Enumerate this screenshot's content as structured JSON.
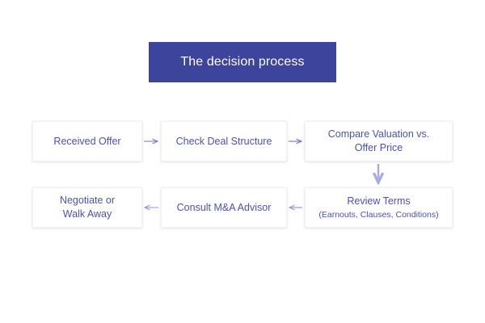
{
  "title": {
    "text": "The decision process",
    "background_color": "#3d449b",
    "text_color": "#ffffff"
  },
  "theme": {
    "canvas_background": "#ffffff",
    "node_background": "#ffffff",
    "node_text_color": "#4b51b8",
    "arrow_color": "#6f73cf",
    "vertical_arrow_color": "#a9abe4",
    "accent_color": "#3d449b"
  },
  "diagram": {
    "type": "flowchart",
    "flow_direction": "serpentine-left-to-right-then-right-to-left",
    "rows": [
      {
        "row_index": 0,
        "direction": "left-to-right",
        "nodes": [
          {
            "id": "received-offer",
            "label": "Received Offer",
            "sublabel": ""
          },
          {
            "id": "check-deal",
            "label": "Check Deal Structure",
            "sublabel": ""
          },
          {
            "id": "compare-valuation",
            "label": "Compare Valuation vs.\nOffer Price",
            "sublabel": ""
          }
        ]
      },
      {
        "row_index": 1,
        "direction": "right-to-left",
        "nodes": [
          {
            "id": "review-terms",
            "label": "Review Terms",
            "sublabel": "(Earnouts, Clauses, Conditions)"
          },
          {
            "id": "consult-advisor",
            "label": "Consult M&A Advisor",
            "sublabel": ""
          },
          {
            "id": "negotiate",
            "label": "Negotiate or\nWalk Away",
            "sublabel": ""
          }
        ]
      }
    ],
    "connectors": [
      {
        "id": "arrow-received-to-check",
        "from": "received-offer",
        "to": "check-deal",
        "orientation": "horizontal",
        "points": "right"
      },
      {
        "id": "arrow-check-to-compare",
        "from": "check-deal",
        "to": "compare-valuation",
        "orientation": "horizontal",
        "points": "right"
      },
      {
        "id": "arrow-compare-to-review",
        "from": "compare-valuation",
        "to": "review-terms",
        "orientation": "vertical",
        "points": "down"
      },
      {
        "id": "arrow-review-to-consult",
        "from": "review-terms",
        "to": "consult-advisor",
        "orientation": "horizontal",
        "points": "left"
      },
      {
        "id": "arrow-consult-to-negotiate",
        "from": "consult-advisor",
        "to": "negotiate",
        "orientation": "horizontal",
        "points": "left"
      }
    ]
  }
}
